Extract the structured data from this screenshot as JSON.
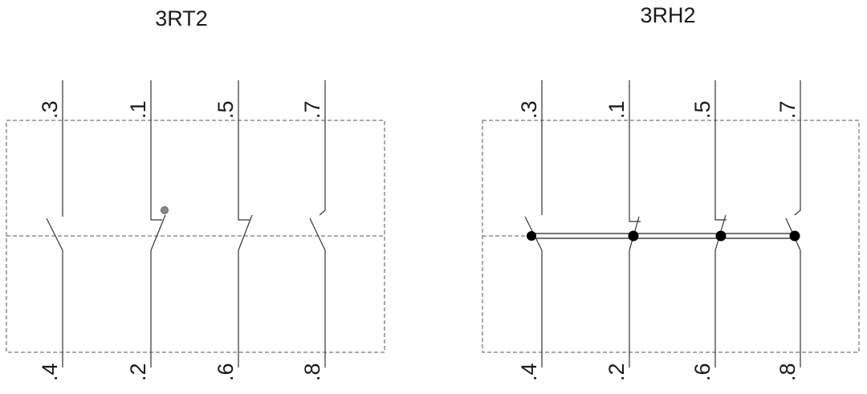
{
  "diagrams": [
    {
      "title": "3RT2",
      "contacts": [
        {
          "type": "NO",
          "top": ".3",
          "bottom": ".4"
        },
        {
          "type": "NC",
          "top": ".1",
          "bottom": ".2"
        },
        {
          "type": "NC",
          "top": ".5",
          "bottom": ".6"
        },
        {
          "type": "NO",
          "top": ".7",
          "bottom": ".8"
        }
      ]
    },
    {
      "title": "3RH2",
      "contacts": [
        {
          "type": "NO",
          "top": ".3",
          "bottom": ".4"
        },
        {
          "type": "NC",
          "top": ".1",
          "bottom": ".2"
        },
        {
          "type": "NC",
          "top": ".5",
          "bottom": ".6"
        },
        {
          "type": "NO",
          "top": ".7",
          "bottom": ".8"
        }
      ]
    }
  ]
}
